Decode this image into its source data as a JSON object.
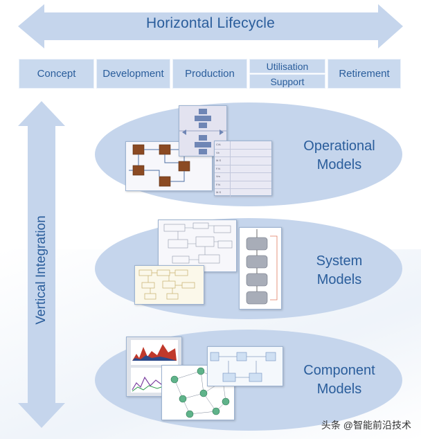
{
  "header": {
    "title": "Horizontal Lifecycle"
  },
  "phases": [
    {
      "label": "Concept"
    },
    {
      "label": "Development"
    },
    {
      "label": "Production"
    },
    {
      "label": "Utilisation"
    },
    {
      "label": "Support"
    },
    {
      "label": "Retirement"
    }
  ],
  "side": {
    "title": "Vertical Integration"
  },
  "models": [
    {
      "line1": "Operational",
      "line2": "Models"
    },
    {
      "line1": "System",
      "line2": "Models"
    },
    {
      "line1": "Component",
      "line2": "Models"
    }
  ],
  "table_rows": [
    "C/A",
    "Vb",
    "M.S",
    "F.N",
    "Vrs",
    "F.N",
    "M.S"
  ],
  "watermark": "头条 @智能前沿技术",
  "colors": {
    "arrow": "#c5d5ec",
    "text": "#2a5d9b",
    "block": "#8b4a23"
  }
}
